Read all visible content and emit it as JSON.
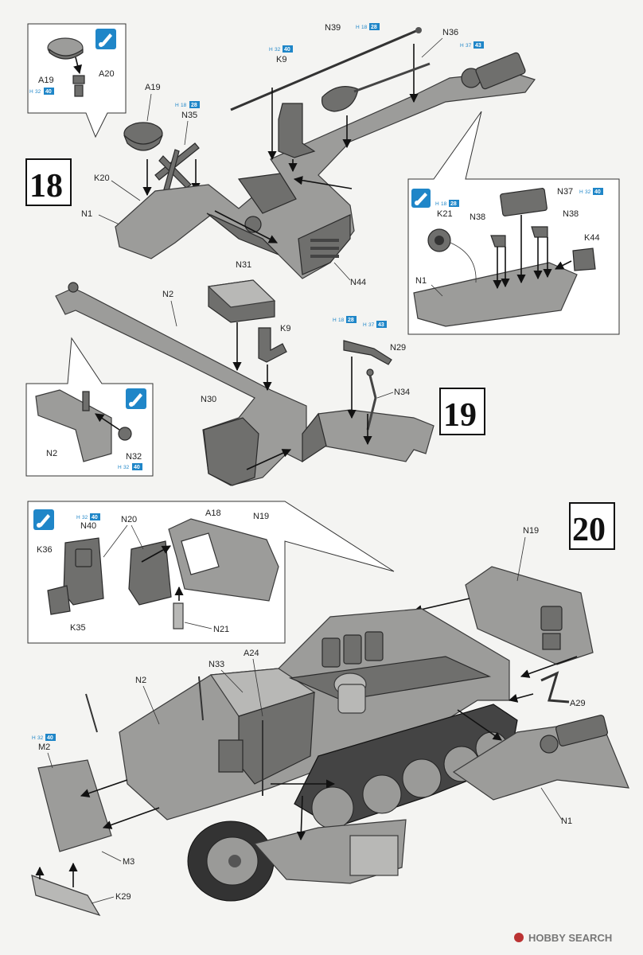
{
  "steps": [
    {
      "number": "18"
    },
    {
      "number": "19"
    },
    {
      "number": "20"
    }
  ],
  "part_labels": {
    "a19_inset": "A19",
    "a20_inset": "A20",
    "a19": "A19",
    "n35": "N35",
    "k20": "K20",
    "n1_s18": "N1",
    "n39": "N39",
    "k9_s18": "K9",
    "n36": "N36",
    "n44": "N44",
    "n37": "N37",
    "k21": "K21",
    "n38_a": "N38",
    "n38_b": "N38",
    "k44": "K44",
    "n1_inset": "N1",
    "n2_s19": "N2",
    "n31": "N31",
    "k9_s19": "K9",
    "n29": "N29",
    "n34": "N34",
    "n30": "N30",
    "n2_inset": "N2",
    "n32": "N32",
    "n40": "N40",
    "n20": "N20",
    "a18": "A18",
    "n19_inset": "N19",
    "k36": "K36",
    "k35": "K35",
    "n21": "N21",
    "n19": "N19",
    "n2_s20": "N2",
    "n33": "N33",
    "a24": "A24",
    "a29": "A29",
    "m2": "M2",
    "n1_s20": "N1",
    "m3": "M3",
    "k29": "K29"
  },
  "paint_refs": {
    "h_prefix": "H",
    "a20_a": "32",
    "a20_b": "40",
    "n35_a": "18",
    "n35_b": "28",
    "k9_a": "32",
    "k9_b": "40",
    "n39_a": "18",
    "n39_b": "28",
    "n36_a": "37",
    "n36_b": "43",
    "n37_a": "32",
    "n37_b": "40",
    "k21_a": "18",
    "k21_b": "28",
    "n29_a": "18",
    "n29_b": "28",
    "n29_c": "37",
    "n29_d": "43",
    "n32_a": "32",
    "n32_b": "40",
    "n40_a": "32",
    "n40_b": "40",
    "m2_a": "32",
    "m2_b": "40"
  },
  "watermark": {
    "brand": "HOBBY SEARCH"
  },
  "colors": {
    "paint_blue": "#1f86c8",
    "part_grey": "#9c9c9a",
    "ink": "#111111"
  }
}
